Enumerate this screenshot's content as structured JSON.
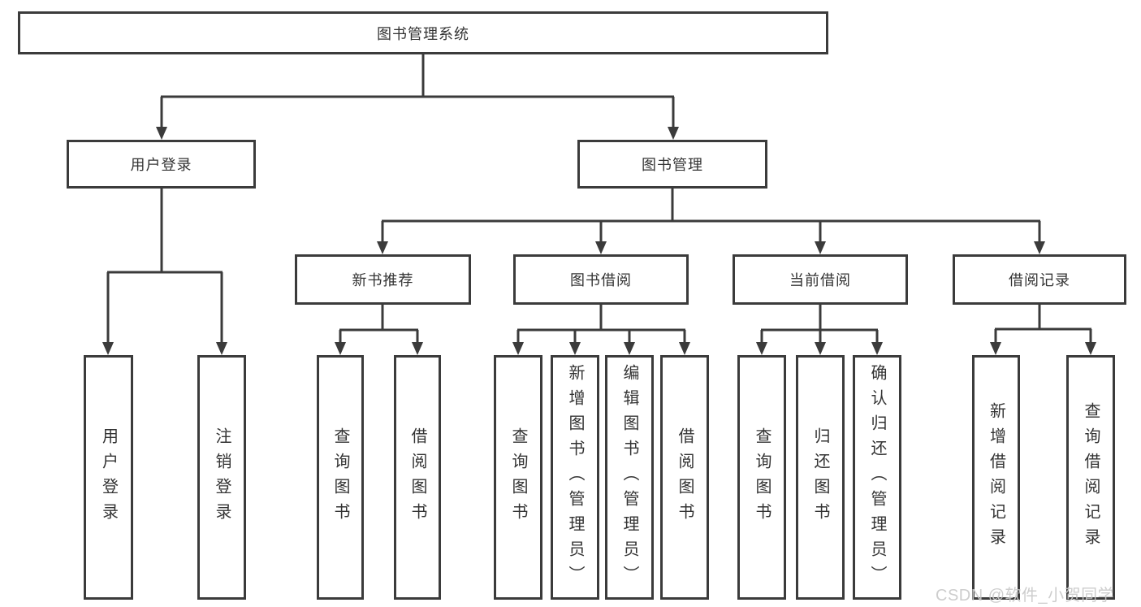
{
  "diagram": {
    "root": {
      "label": "图书管理系统",
      "children": [
        {
          "label": "用户登录",
          "children": [
            {
              "label": "用户登录"
            },
            {
              "label": "注销登录"
            }
          ]
        },
        {
          "label": "图书管理",
          "children": [
            {
              "label": "新书推荐",
              "children": [
                {
                  "label": "查询图书"
                },
                {
                  "label": "借阅图书"
                }
              ]
            },
            {
              "label": "图书借阅",
              "children": [
                {
                  "label": "查询图书"
                },
                {
                  "label": "新增图书（管理员）"
                },
                {
                  "label": "编辑图书（管理员）"
                },
                {
                  "label": "借阅图书"
                }
              ]
            },
            {
              "label": "当前借阅",
              "children": [
                {
                  "label": "查询图书"
                },
                {
                  "label": "归还图书"
                },
                {
                  "label": "确认归还（管理员）"
                }
              ]
            },
            {
              "label": "借阅记录",
              "children": [
                {
                  "label": "新增借阅记录"
                },
                {
                  "label": "查询借阅记录"
                }
              ]
            }
          ]
        }
      ]
    }
  },
  "watermark": "CSDN @软件_小贺同学",
  "colors": {
    "line": "#3b3b3b",
    "box_background": "#ffffff",
    "text": "#333333",
    "watermark": "#c9c9c9",
    "page_background": "#ffffff"
  }
}
